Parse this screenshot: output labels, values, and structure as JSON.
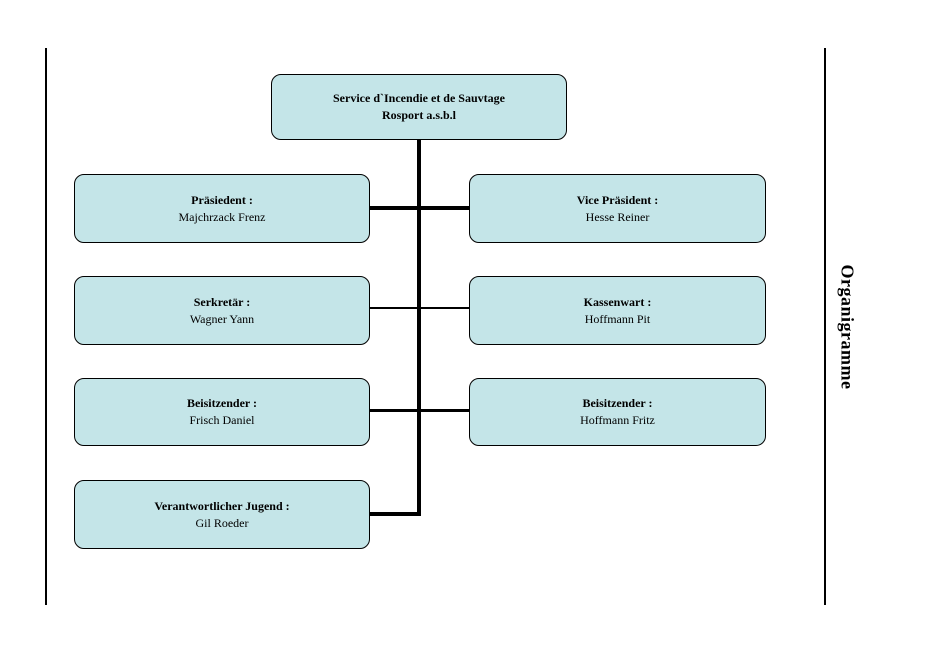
{
  "root": {
    "line1": "Service d`Incendie et de Sauvtage",
    "line2": "Rosport a.s.b.l"
  },
  "positions": [
    {
      "role": "Präsiedent :",
      "name": "Majchrzack Frenz"
    },
    {
      "role": "Vice Präsident :",
      "name": "Hesse Reiner"
    },
    {
      "role": "Serkretär :",
      "name": "Wagner Yann"
    },
    {
      "role": "Kassenwart :",
      "name": "Hoffmann Pit"
    },
    {
      "role": "Beisitzender :",
      "name": "Frisch Daniel"
    },
    {
      "role": "Beisitzender :",
      "name": "Hoffmann Fritz"
    },
    {
      "role": "Verantwortlicher Jugend :",
      "name": "Gil Roeder"
    }
  ],
  "side_title": "Organigramme",
  "colors": {
    "box_fill": "#c4e5e8",
    "line": "#000000"
  }
}
